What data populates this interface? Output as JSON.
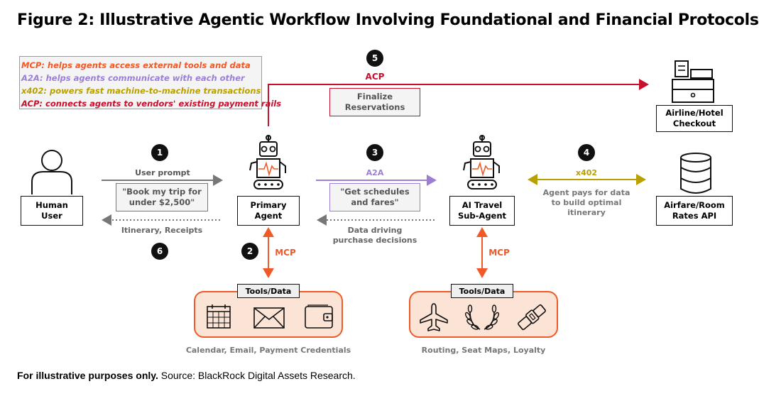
{
  "title": "Figure 2: Illustrative Agentic Workflow Involving Foundational and Financial Protocols",
  "legend": [
    {
      "text": "MCP: helps agents access external tools and data",
      "color": "#f05a28"
    },
    {
      "text": "A2A: helps agents communicate with each other",
      "color": "#9b7fd4"
    },
    {
      "text": "x402: powers fast machine-to-machine transactions",
      "color": "#b8a000"
    },
    {
      "text": "ACP: connects agents to vendors' existing payment rails",
      "color": "#c8102e"
    }
  ],
  "nodes": {
    "human": "Human\nUser",
    "primary": "Primary\nAgent",
    "subagent": "AI Travel\nSub-Agent",
    "checkout": "Airline/Hotel\nCheckout",
    "api": "Airfare/Room\nRates API"
  },
  "steps": {
    "s1": "1",
    "s2": "2",
    "s3": "3",
    "s4": "4",
    "s5": "5",
    "s6": "6"
  },
  "flows": {
    "user_prompt": "User prompt",
    "user_prompt_msg": "\"Book my trip for\nunder $2,500\"",
    "itinerary": "Itinerary, Receipts",
    "acp_label": "ACP",
    "acp_msg": "Finalize\nReservations",
    "a2a_label": "A2A",
    "a2a_msg": "\"Get schedules\nand fares\"",
    "data_driving": "Data driving\npurchase decisions",
    "x402_label": "x402",
    "x402_desc": "Agent pays for data\nto build optimal\nitinerary",
    "mcp_left": "MCP",
    "mcp_right": "MCP"
  },
  "tools_left": {
    "label": "Tools/Data",
    "caption": "Calendar, Email, Payment Credentials",
    "icons": [
      "calendar-icon",
      "email-icon",
      "wallet-icon"
    ]
  },
  "tools_right": {
    "label": "Tools/Data",
    "caption": "Routing, Seat Maps, Loyalty",
    "icons": [
      "airplane-icon",
      "laurel-icon",
      "seatbelt-icon"
    ]
  },
  "footnote": {
    "bold": "For illustrative purposes only.",
    "rest": " Source: BlackRock Digital Assets Research."
  },
  "colors": {
    "mcp": "#f05a28",
    "a2a": "#9b7fd4",
    "x402": "#b8a000",
    "acp": "#c8102e",
    "gray": "#777777"
  }
}
